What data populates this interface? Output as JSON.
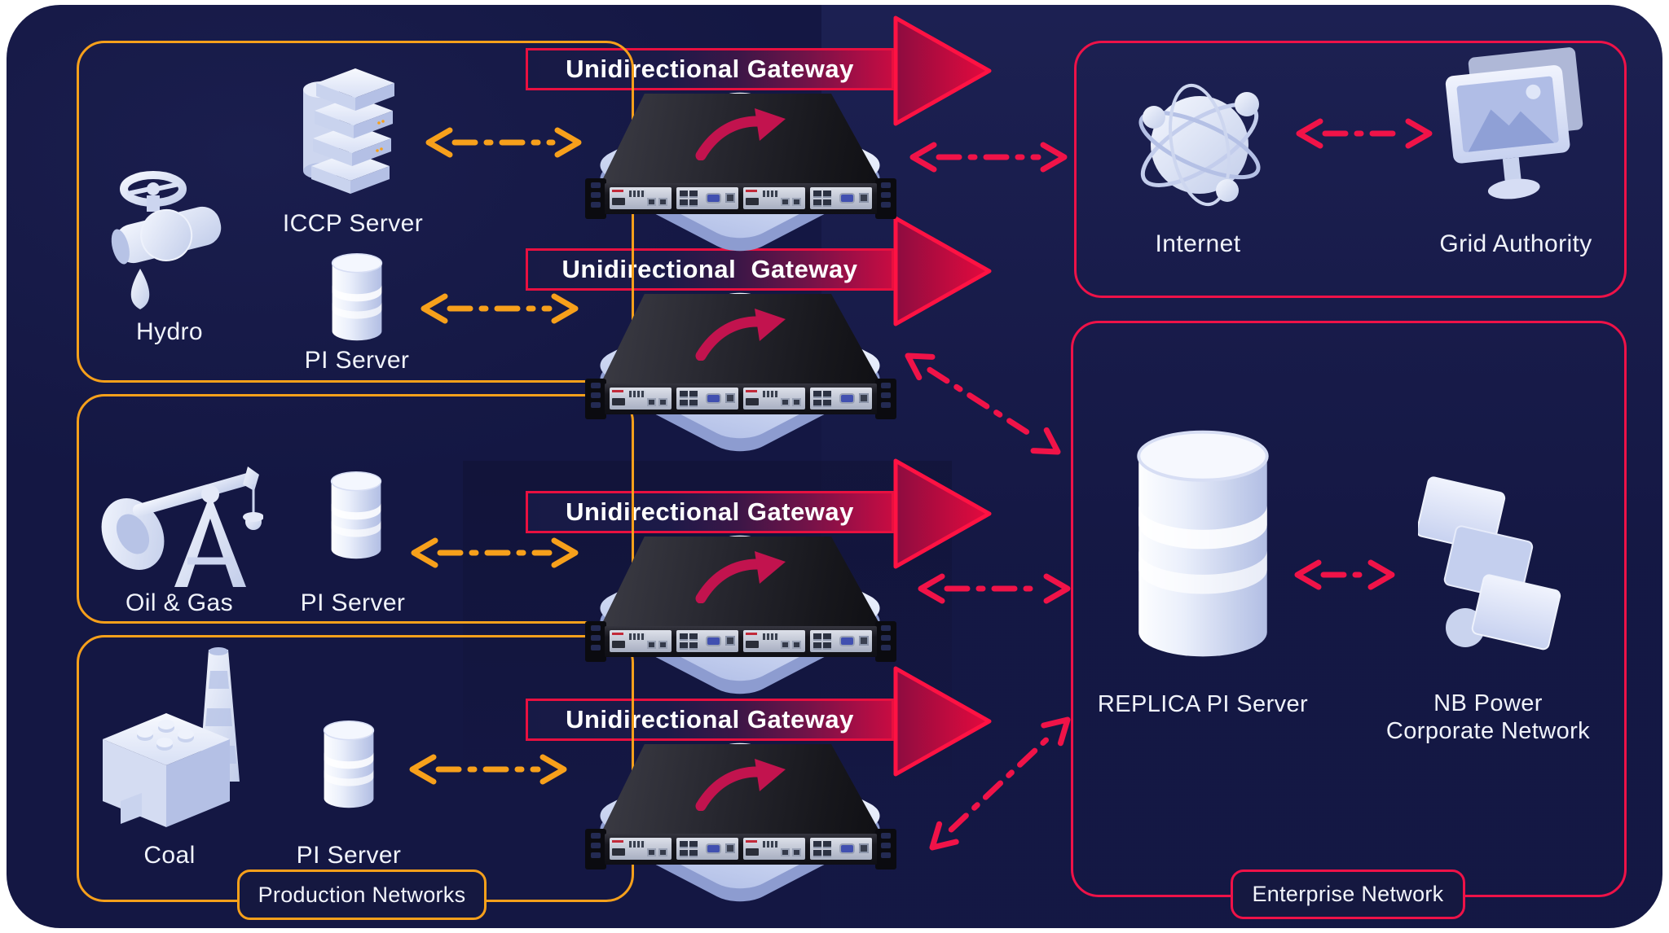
{
  "colors": {
    "background_navy": "#141743",
    "production_orange": "#F6A01B",
    "enterprise_crimson": "#EE1248",
    "gateway_arrow_red": "#E50A3E",
    "icon_light": "#DFE6F8",
    "label_text": "#F0F3FB"
  },
  "production_networks": {
    "badge_label": "Production Networks",
    "groups": [
      {
        "site": "Hydro",
        "servers": [
          "ICCP Server",
          "PI Server"
        ]
      },
      {
        "site": "Oil & Gas",
        "servers": [
          "PI Server"
        ]
      },
      {
        "site": "Coal",
        "servers": [
          "PI Server"
        ]
      }
    ]
  },
  "gateways": [
    {
      "label": "Unidirectional Gateway"
    },
    {
      "label": "Unidirectional  Gateway"
    },
    {
      "label": "Unidirectional Gateway"
    },
    {
      "label": "Unidirectional Gateway"
    }
  ],
  "internet_zone": {
    "internet_label": "Internet",
    "grid_authority_label": "Grid Authority"
  },
  "enterprise_network": {
    "badge_label": "Enterprise Network",
    "replica_label": "REPLICA PI Server",
    "nb_power_line1": "NB Power",
    "nb_power_line2": "Corporate Network"
  }
}
